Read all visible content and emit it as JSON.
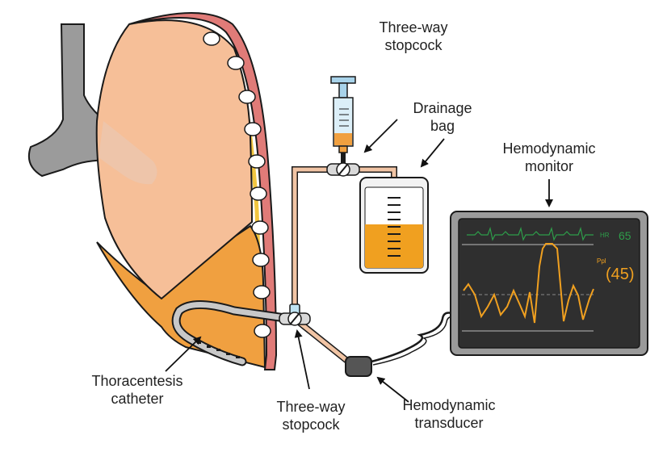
{
  "labels": {
    "stopcock_top_line1": "Three-way",
    "stopcock_top_line2": "stopcock",
    "drainage_bag_line1": "Drainage",
    "drainage_bag_line2": "bag",
    "monitor_line1": "Hemodynamic",
    "monitor_line2": "monitor",
    "catheter_line1": "Thoracentesis",
    "catheter_line2": "catheter",
    "stopcock_bottom_line1": "Three-way",
    "stopcock_bottom_line2": "stopcock",
    "transducer_line1": "Hemodynamic",
    "transducer_line2": "transducer"
  },
  "monitor": {
    "hr_label": "HR",
    "hr_value": "65",
    "ppl_label": "Ppl",
    "ppl_value": "(45)",
    "ecg_color": "#2e9e4a",
    "pressure_color": "#f0a020"
  },
  "colors": {
    "lung": "#f6bf98",
    "effusion": "#f0a040",
    "chest_wall": "#e07b78",
    "tubing": "#f1c4a4",
    "trachea": "#9b9b9b",
    "monitor_frame": "#9a9a9a",
    "monitor_screen": "#2f2f2f"
  }
}
